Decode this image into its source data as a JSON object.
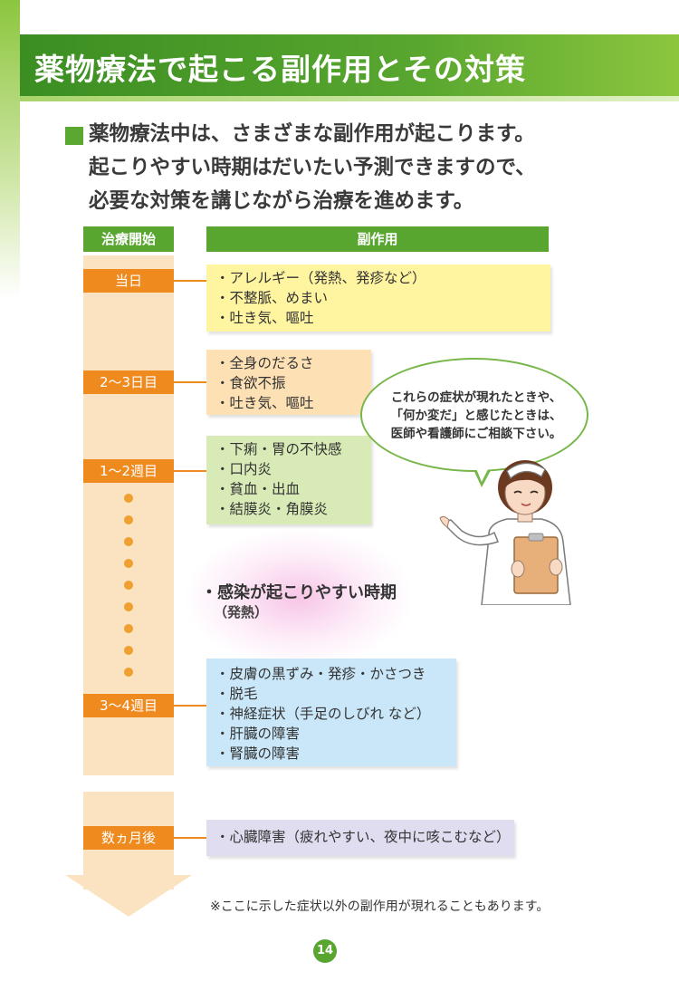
{
  "page": {
    "title": "薬物療法で起こる副作用とその対策",
    "lead_lines": [
      "薬物療法中は、さまざまな副作用が起こります。",
      "起こりやすい時期はだいたい予測できますので、",
      "必要な対策を講じながら治療を進めます。"
    ],
    "footnote": "※ここに示した症状以外の副作用が現れることもあります。",
    "page_number": "14"
  },
  "headers": {
    "timeline": "治療開始",
    "effects": "副作用"
  },
  "stages": [
    {
      "label": "当日",
      "effects": [
        "・アレルギー（発熱、発疹など）",
        "・不整脈、めまい",
        "・吐き気、嘔吐"
      ]
    },
    {
      "label": "2～3日目",
      "effects": [
        "・全身のだるさ",
        "・食欲不振",
        "・吐き気、嘔吐"
      ]
    },
    {
      "label": "1～2週目",
      "effects": [
        "・下痢・胃の不快感",
        "・口内炎",
        "・貧血・出血",
        "・結膜炎・角膜炎"
      ]
    },
    {
      "label": "3～4週目",
      "effects": [
        "・皮膚の黒ずみ・発疹・かさつき",
        "・脱毛",
        "・神経症状（手足のしびれ など）",
        "・肝臓の障害",
        "・腎臓の障害"
      ]
    },
    {
      "label": "数ヵ月後",
      "effects": [
        "・心臓障害（疲れやすい、夜中に咳こむなど）"
      ]
    }
  ],
  "infection": {
    "main": "・感染が起こりやすい時期",
    "sub": "（発熱）"
  },
  "speech_bubble": {
    "lines": [
      "これらの症状が現れたときや、",
      "「何か変だ」と感じたときは、",
      "医師や看護師にご相談下さい。"
    ]
  },
  "colors": {
    "green": "#58a62f",
    "orange": "#ef8a1e",
    "timeline": "#fbe3c2",
    "box_yellow": "#fff4a0",
    "box_orange": "#fde0b4",
    "box_green": "#d8ebb7",
    "box_blue": "#c9e7f8",
    "box_purple": "#e1ddf1"
  }
}
